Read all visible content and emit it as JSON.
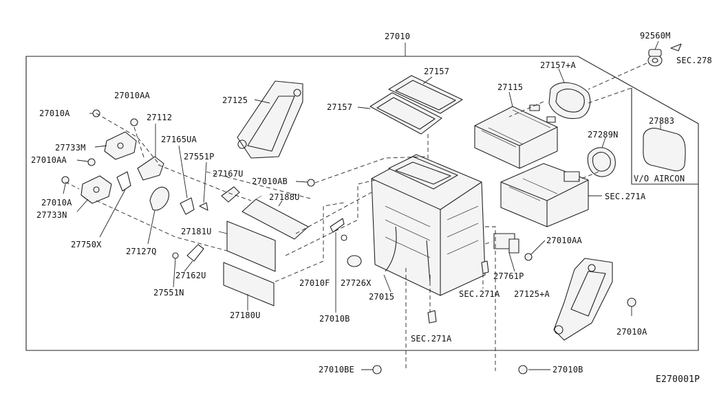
{
  "diagram": {
    "drawing_code": "E270001P",
    "labels": {
      "assembly": "27010",
      "grommet": "92560M",
      "sec278": "SEC.278",
      "duct_right_a": "27157+A",
      "filter_a": "27157",
      "filter_b": "27157",
      "evap": "27115",
      "duct_left": "27125",
      "screw_aa_top": "27010AA",
      "screw_a_left": "27010A",
      "link_27112": "27112",
      "motor_27733m": "27733M",
      "screw_aa_left": "27010AA",
      "lever_27165ua": "27165UA",
      "clip_27551p": "27551P",
      "screw_a_left2": "27010A",
      "motor_27733n": "27733N",
      "lever_27750x": "27750X",
      "lever_27127q": "27127Q",
      "lever_27167u": "27167U",
      "screw_ab": "27010AB",
      "door_27188u": "27188U",
      "door_27181u": "27181U",
      "link_27162u": "27162U",
      "clip_27551n": "27551N",
      "door_27180u": "27180U",
      "bracket_27010f": "27010F",
      "sensor_27726x": "27726X",
      "case_27015": "27015",
      "screw_b_mid": "27010B",
      "sec271a_mid": "SEC.271A",
      "sec271a_bottom": "SEC.271A",
      "sec271a_right": "SEC.271A",
      "resistor_27761p": "27761P",
      "screw_aa_right": "27010AA",
      "duct_27125a": "27125+A",
      "screw_a_right": "27010A",
      "seal_27289n": "27289N",
      "cover_27883": "27883",
      "vo_aircon": "V/O AIRCON",
      "screw_be": "27010BE",
      "screw_b_bottom": "27010B"
    }
  }
}
